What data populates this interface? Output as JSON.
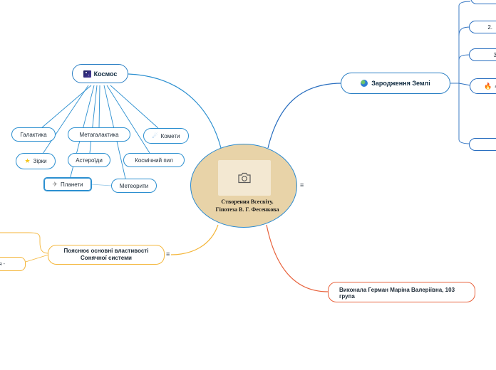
{
  "central": {
    "title_line1": "Створення Всесвіту.",
    "title_line2": "Гіпотеза В. Г. Фесенкова",
    "image_icon": "camera-icon",
    "notes_icon": "notes-icon"
  },
  "kosmos": {
    "label": "Космос",
    "icon": "space-icon",
    "children": {
      "galaktyka": "Галактика",
      "metagalaktyka": "Метагалактика",
      "komety": "Комети",
      "zirky": "Зірки",
      "asteroidy": "Астероїди",
      "kosmichnyi_pyl": "Космічний пил",
      "planety": "Планети",
      "meteoryty": "Метеорити"
    }
  },
  "earth": {
    "label": "Зародження Землі",
    "icon": "globe-icon",
    "children": {
      "item2": "2.",
      "item3": "3",
      "item4": "4."
    }
  },
  "properties": {
    "line1": "Пояснює основні властивості",
    "line2": "Сонячної системи",
    "sub_fragment": "я -"
  },
  "author": {
    "line1": "Виконала Герман Маріна Валеріївна, 103",
    "line2": "група"
  },
  "colors": {
    "blue": "#2b8fd0",
    "dark_blue": "#2a6fc0",
    "orange": "#f4b63a",
    "red": "#e8623c",
    "central_fill": "#e8d3a8"
  }
}
